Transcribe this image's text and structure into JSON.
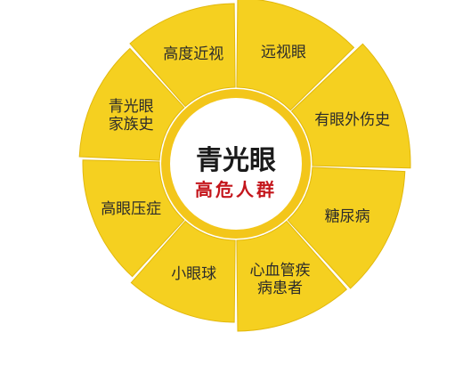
{
  "center": {
    "title": "青光眼",
    "subtitle": "高危人群"
  },
  "segments": [
    {
      "name": "segment-myopia",
      "lines": [
        "远视眼"
      ]
    },
    {
      "name": "segment-eye-trauma",
      "lines": [
        "有眼外伤史"
      ]
    },
    {
      "name": "segment-diabetes",
      "lines": [
        "糖尿病"
      ]
    },
    {
      "name": "segment-cardiovascular",
      "lines": [
        "心血管疾",
        "病患者"
      ]
    },
    {
      "name": "segment-small-eyeball",
      "lines": [
        "小眼球"
      ]
    },
    {
      "name": "segment-ocular-hypertension",
      "lines": [
        "高眼压症"
      ]
    },
    {
      "name": "segment-family-history",
      "lines": [
        "青光眼",
        "家族史"
      ]
    },
    {
      "name": "segment-high-myopia",
      "lines": [
        "高度近视"
      ]
    }
  ],
  "colors": {
    "segment_fill": "#f5d020",
    "segment_edge": "#e2b80c",
    "inner_ring": "#f3c61a",
    "center_fill": "#ffffff",
    "title_color": "#1a1a1a",
    "subtitle_color": "#c4161c"
  }
}
